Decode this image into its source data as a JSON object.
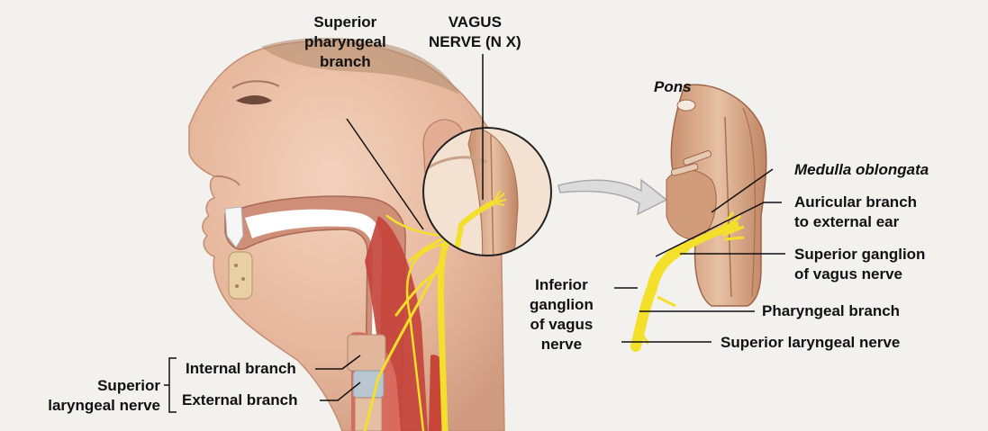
{
  "labels": {
    "superior_pharyngeal": [
      "Superior",
      "pharyngeal",
      "branch"
    ],
    "vagus_nerve": [
      "VAGUS",
      "NERVE (N X)"
    ],
    "pons": "Pons",
    "medulla": "Medulla oblongata",
    "auricular": [
      "Auricular branch",
      "to external ear"
    ],
    "superior_ganglion": [
      "Superior ganglion",
      "of vagus nerve"
    ],
    "inferior_ganglion": [
      "Inferior",
      "ganglion",
      "of vagus",
      "nerve"
    ],
    "pharyngeal_branch": "Pharyngeal branch",
    "superior_laryngeal_right": "Superior laryngeal nerve",
    "internal_branch": "Internal branch",
    "external_branch": "External branch",
    "superior_laryngeal_left": [
      "Superior",
      "laryngeal nerve"
    ]
  },
  "colors": {
    "skin": "#e8bfa5",
    "skin_shadow": "#c98f76",
    "nerve": "#f4df2a",
    "muscle": "#c4423a",
    "brainstem": "#d6a98a",
    "background": "#f2f1ee"
  }
}
